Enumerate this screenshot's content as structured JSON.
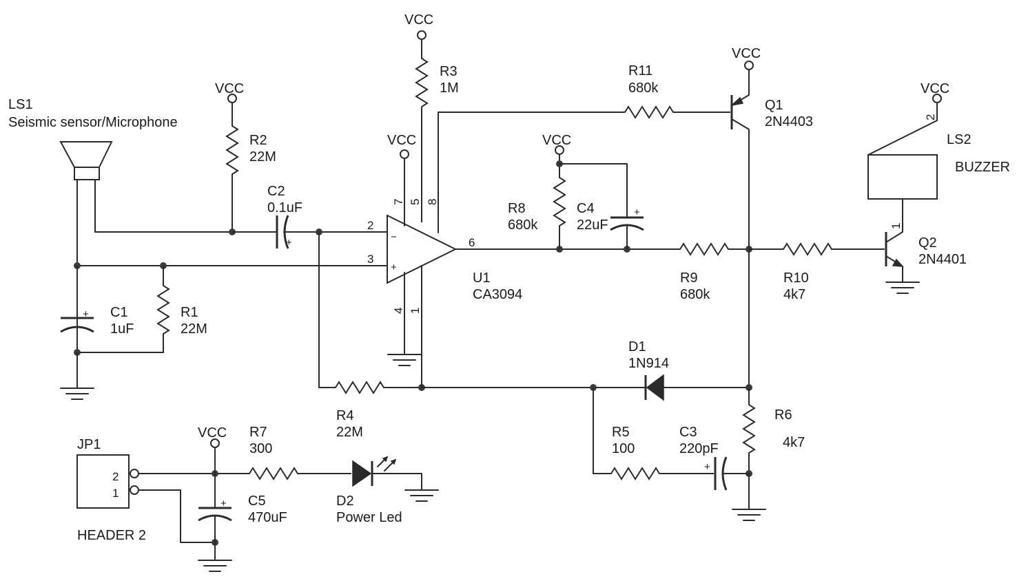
{
  "vcc_label": "VCC",
  "components": {
    "ls1": {
      "ref": "LS1",
      "value": "Seismic sensor/Microphone"
    },
    "r2": {
      "ref": "R2",
      "value": "22M"
    },
    "c2": {
      "ref": "C2",
      "value": "0.1uF"
    },
    "c1": {
      "ref": "C1",
      "value": "1uF"
    },
    "r1": {
      "ref": "R1",
      "value": "22M"
    },
    "r3": {
      "ref": "R3",
      "value": "1M"
    },
    "u1": {
      "ref": "U1",
      "value": "CA3094"
    },
    "r4": {
      "ref": "R4",
      "value": "22M"
    },
    "r11": {
      "ref": "R11",
      "value": "680k"
    },
    "q1": {
      "ref": "Q1",
      "value": "2N4403"
    },
    "r8": {
      "ref": "R8",
      "value": "680k"
    },
    "c4": {
      "ref": "C4",
      "value": "22uF"
    },
    "r9": {
      "ref": "R9",
      "value": "680k"
    },
    "r10": {
      "ref": "R10",
      "value": "4k7"
    },
    "q2": {
      "ref": "Q2",
      "value": "2N4401"
    },
    "ls2": {
      "ref": "LS2",
      "value": "BUZZER"
    },
    "d1": {
      "ref": "D1",
      "value": "1N914"
    },
    "r6": {
      "ref": "R6",
      "value": "4k7"
    },
    "r5": {
      "ref": "R5",
      "value": "100"
    },
    "c3": {
      "ref": "C3",
      "value": "220pF"
    },
    "jp1": {
      "ref": "JP1",
      "value": "HEADER 2"
    },
    "r7": {
      "ref": "R7",
      "value": "300"
    },
    "c5": {
      "ref": "C5",
      "value": "470uF"
    },
    "d2": {
      "ref": "D2",
      "value": "Power Led"
    }
  },
  "pins": {
    "u1_2": "2",
    "u1_3": "3",
    "u1_4": "4",
    "u1_1": "1",
    "u1_5": "5",
    "u1_7": "7",
    "u1_8": "8",
    "u1_6": "6",
    "ls2_1": "1",
    "ls2_2": "2",
    "jp1_2": "2",
    "jp1_1": "1"
  },
  "polarity": {
    "plus": "+",
    "minus": "−"
  }
}
